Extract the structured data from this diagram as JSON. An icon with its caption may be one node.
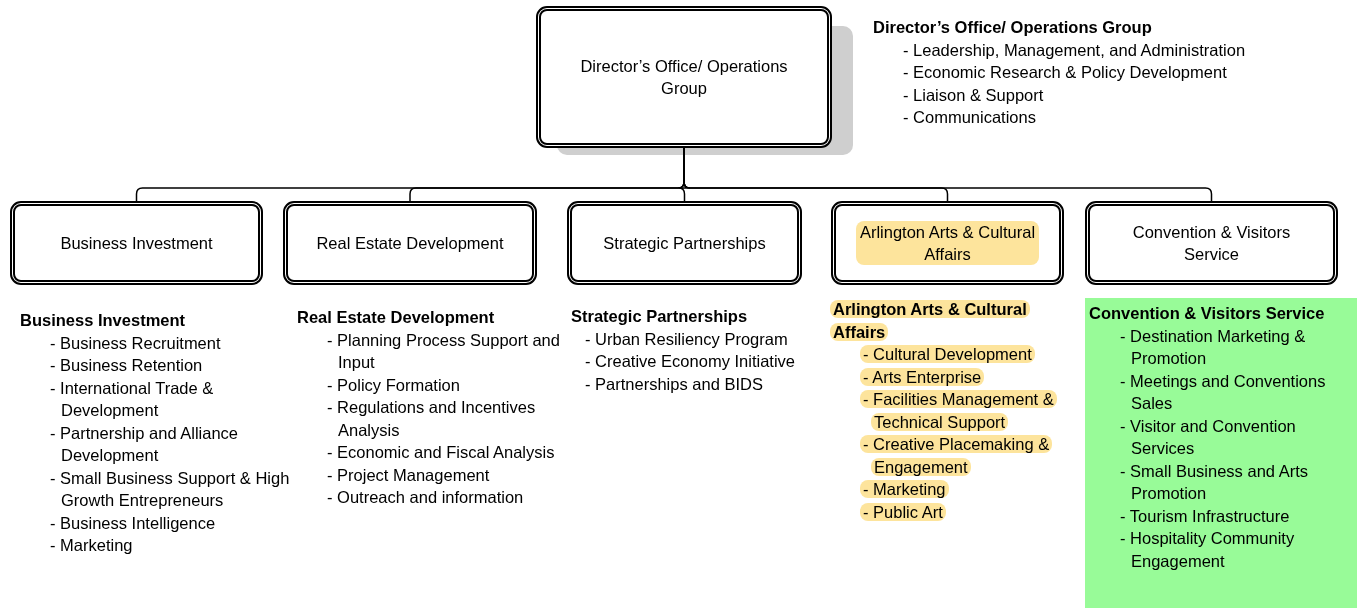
{
  "diagram": {
    "nodes": [
      {
        "text": [
          "Director’s Office/ Operations Group"
        ]
      },
      {
        "text": [
          "Business Investment"
        ]
      },
      {
        "text": [
          "Real Estate Development"
        ]
      },
      {
        "text": [
          "Strategic Partnerships"
        ]
      },
      {
        "text": [
          "Arlington Arts & Cultural Affairs"
        ]
      },
      {
        "text": [
          "Convention & Visitors Service"
        ]
      },
      {
        "text": [
          "Convention & Visitors Service",
          "- Destination Marketing & Promotion",
          "- Meetings and Conventions Sales",
          "- Visitor and Convention Services",
          "- Small Business and Arts Promotion",
          "- Tourism Infrastructure",
          "- Hospitality Community Engagement"
        ]
      }
    ],
    "edges": [
      {
        "from": 0,
        "to": 1,
        "arrow": "none"
      },
      {
        "from": 0,
        "to": 2,
        "arrow": "none"
      },
      {
        "from": 0,
        "to": 3,
        "arrow": "none"
      },
      {
        "from": 0,
        "to": 4,
        "arrow": "none"
      },
      {
        "from": 0,
        "to": 5,
        "arrow": "none"
      }
    ],
    "labels": [
      "Director’s Office/ Operations Group",
      "- Leadership, Management, and Administration",
      "- Economic Research & Policy Development",
      "- Liaison & Support",
      "- Communications",
      "Business Investment",
      "- Business Recruitment",
      "- Business Retention",
      "- International Trade & Development",
      "- Partnership and Alliance Development",
      "- Small Business Support & High Growth Entrepreneurs",
      "- Business Intelligence",
      "- Marketing",
      "Real Estate Development",
      "- Planning Process Support and Input",
      "- Policy Formation",
      "- Regulations and Incentives Analysis",
      "- Economic and Fiscal Analysis",
      "- Project Management",
      "- Outreach and information",
      "Strategic Partnerships",
      "- Urban Resiliency Program",
      "- Creative Economy Initiative",
      "- Partnerships and BIDS",
      "Arlington Arts & Cultural Affairs",
      "- Cultural Development",
      "- Arts Enterprise",
      "- Facilities Management & Technical Support",
      "- Creative Placemaking & Engagement",
      "- Marketing",
      "- Public Art"
    ]
  }
}
